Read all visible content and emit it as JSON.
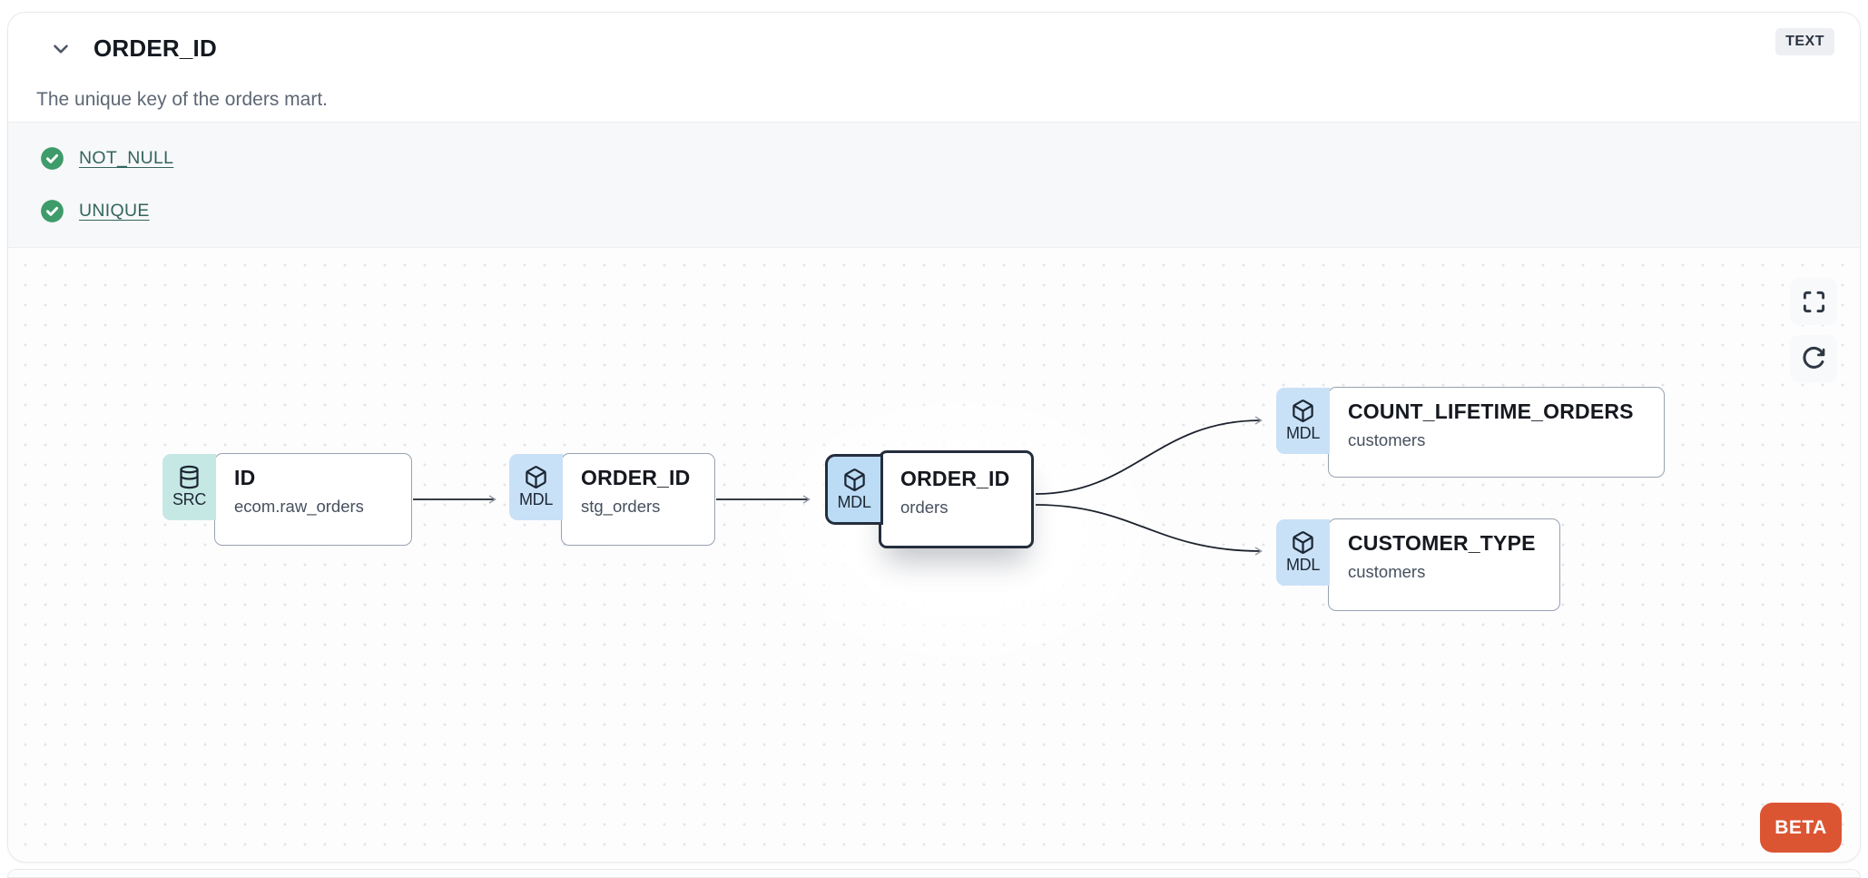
{
  "header": {
    "title": "ORDER_ID",
    "type_badge": "TEXT",
    "description": "The unique key of the orders mart."
  },
  "tests": {
    "items": [
      {
        "label": "NOT_NULL",
        "status": "pass"
      },
      {
        "label": "UNIQUE",
        "status": "pass"
      }
    ]
  },
  "lineage": {
    "nodes": [
      {
        "id": "source",
        "badge": "SRC",
        "icon": "database-icon",
        "title": "ID",
        "subtitle": "ecom.raw_orders",
        "selected": false
      },
      {
        "id": "staging",
        "badge": "MDL",
        "icon": "cube-icon",
        "title": "ORDER_ID",
        "subtitle": "stg_orders",
        "selected": false
      },
      {
        "id": "mart",
        "badge": "MDL",
        "icon": "cube-icon",
        "title": "ORDER_ID",
        "subtitle": "orders",
        "selected": true
      },
      {
        "id": "count_lifetime_orders",
        "badge": "MDL",
        "icon": "cube-icon",
        "title": "COUNT_LIFETIME_ORDERS",
        "subtitle": "customers",
        "selected": false
      },
      {
        "id": "customer_type",
        "badge": "MDL",
        "icon": "cube-icon",
        "title": "CUSTOMER_TYPE",
        "subtitle": "customers",
        "selected": false
      }
    ],
    "edges": [
      {
        "from": "source",
        "to": "staging"
      },
      {
        "from": "staging",
        "to": "mart"
      },
      {
        "from": "mart",
        "to": "count_lifetime_orders"
      },
      {
        "from": "mart",
        "to": "customer_type"
      }
    ],
    "beta_label": "BETA"
  },
  "colors": {
    "accent-orange": "#dc5533",
    "link-teal": "#33655d",
    "check-green": "#3e9b6a",
    "badge-src-bg": "#c6e8e4",
    "badge-mdl-bg": "#c9e1f6",
    "badge-mdl-selected-bg": "#bcdcf5",
    "node-border": "#98a2b0",
    "node-border-selected": "#242e3d",
    "edge-line": "#1c222c",
    "edge-arrow": "#959ca6"
  }
}
